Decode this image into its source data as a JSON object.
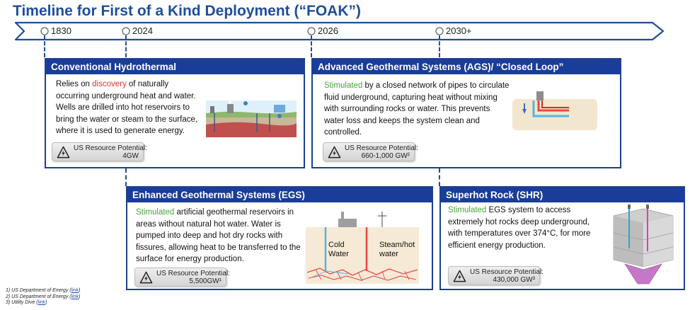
{
  "page": {
    "title": "Timeline for First of a Kind Deployment (“FOAK”)"
  },
  "timeline": {
    "years": [
      "1830",
      "2024",
      "2026",
      "2030+"
    ]
  },
  "colors": {
    "brand_blue": "#1a3d99",
    "accent_red": "#e0312a",
    "accent_green": "#4aa33c"
  },
  "cards": {
    "hydro": {
      "title": "Conventional Hydrothermal",
      "text_pre": "Relies on ",
      "highlight": "discovery",
      "text_post": " of naturally occurring underground heat and water. Wells are drilled into hot reservoirs to bring the water or steam to the surface, where it is used to generate energy.",
      "badge_label": "US Resource Potential:",
      "badge_value": "4GW",
      "icon": "hydrothermal-cross-section-illustration"
    },
    "ags": {
      "title": "Advanced Geothermal Systems (AGS)/ “Closed Loop”",
      "highlight": "Stimulated",
      "text_post": " by a closed network of pipes to circulate fluid underground, capturing heat without mixing with surrounding rocks or water. This prevents water loss and keeps the system clean and controlled.",
      "badge_label": "US Resource Potential:",
      "badge_value": "660-1,000 GW²",
      "icon": "closed-loop-pipe-illustration"
    },
    "egs": {
      "title": "Enhanced Geothermal Systems (EGS)",
      "highlight": "Stimulated",
      "text_post": " artificial geothermal reservoirs in areas without natural hot water. Water is pumped into deep and hot dry rocks with fissures, allowing heat to be transferred to the surface for energy production.",
      "badge_label": "US Resource Potential:",
      "badge_value": "5,500GW¹",
      "icon": "egs-cross-section-illustration"
    },
    "shr": {
      "title": "Superhot Rock (SHR)",
      "highlight": "Stimulated",
      "text_post": " EGS system to access extremely hot rocks deep underground, with temperatures over 374°C, for more efficient energy production.",
      "badge_label": "US Resource Potential:",
      "badge_value": "430,000 GW³",
      "icon": "superhot-rock-block-illustration"
    }
  },
  "footnotes": [
    {
      "text": "1) US Department of Energy (",
      "link": "link",
      "close": ")"
    },
    {
      "text": "2) US Department of Energy (",
      "link": "link",
      "close": ")"
    },
    {
      "text": "3) Utility Dive (",
      "link": "link",
      "close": ")"
    }
  ]
}
